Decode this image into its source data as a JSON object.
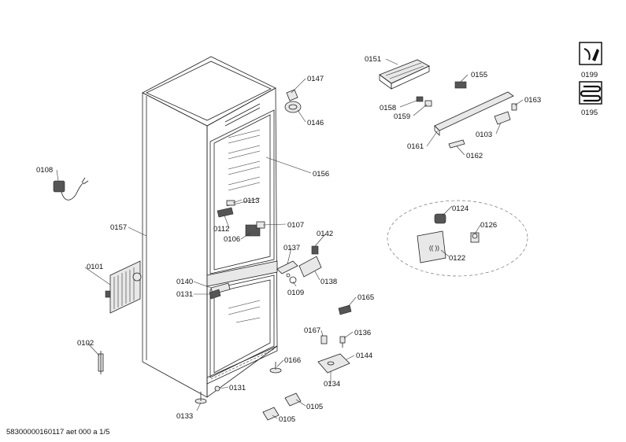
{
  "labels": {
    "p0151": "0151",
    "p0155": "0155",
    "p0158": "0158",
    "p0159": "0159",
    "p0163": "0163",
    "p0103": "0103",
    "p0161": "0161",
    "p0162": "0162",
    "p0147": "0147",
    "p0146": "0146",
    "p0156": "0156",
    "p0108": "0108",
    "p0113": "0113",
    "p0112": "0112",
    "p0106": "0106",
    "p0107": "0107",
    "p0157": "0157",
    "p0142": "0142",
    "p0137": "0137",
    "p0101": "0101",
    "p0140": "0140",
    "p0131a": "0131",
    "p0109": "0109",
    "p0138": "0138",
    "p0165": "0165",
    "p0167": "0167",
    "p0136": "0136",
    "p0102": "0102",
    "p0166": "0166",
    "p0144": "0144",
    "p0134": "0134",
    "p0131b": "0131",
    "p0133": "0133",
    "p0105a": "0105",
    "p0105b": "0105",
    "p0124": "0124",
    "p0126": "0126",
    "p0122": "0122",
    "p0199": "0199",
    "p0195": "0195"
  },
  "footer": {
    "document_id": "58300000160117 aet 000 a 1/5"
  },
  "icons": {
    "service_tool": "wrench-screwdriver-icon",
    "heating_element": "coil-icon"
  }
}
